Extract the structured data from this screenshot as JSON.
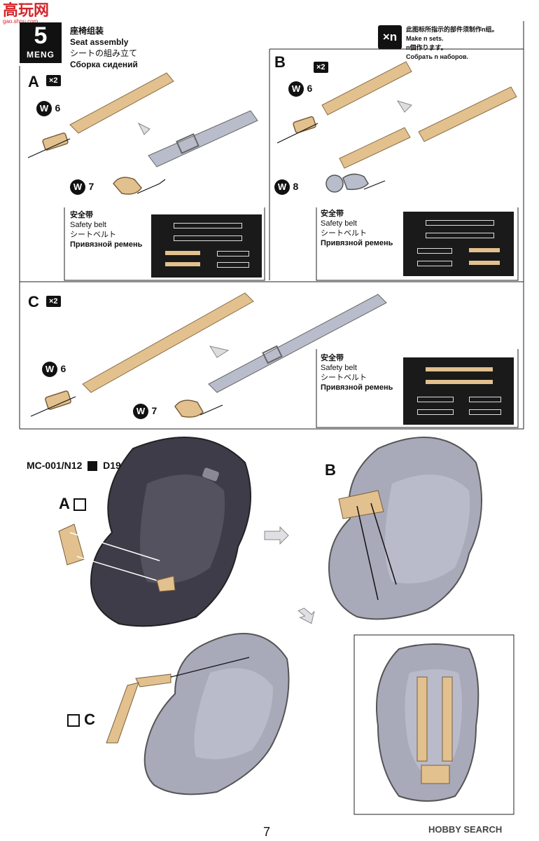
{
  "watermark": {
    "line1": "高玩网",
    "line2": "gao.shou.com"
  },
  "step": {
    "number": "5",
    "brand": "MENG"
  },
  "title": {
    "zh": "座椅组装",
    "en": "Seat assembly",
    "ja": "シートの組み立て",
    "ru": "Сборка сидений"
  },
  "note": {
    "symbol": "×n",
    "zh": "此图标所指示的部件须制作n组。",
    "en1": "Make n sets.",
    "ja": "n個作ります。",
    "ru": "Собрать n наборов."
  },
  "sections": {
    "A": {
      "label": "A",
      "qty": "×2"
    },
    "B": {
      "label": "B",
      "qty": "×2"
    },
    "C": {
      "label": "C",
      "qty": "×2"
    }
  },
  "parts": {
    "w6": "W",
    "w6n": "6",
    "w7": "W",
    "w7n": "7",
    "w8": "W",
    "w8n": "8"
  },
  "belt_label": {
    "zh": "安全带",
    "en": "Safety belt",
    "ja": "シートベルト",
    "ru": "Привязной ремень"
  },
  "seat_part": {
    "code": "MC-001/N12",
    "part": "D19"
  },
  "callouts": {
    "A": "A",
    "B": "B",
    "C": "C"
  },
  "footer": {
    "page": "7",
    "brand": "HOBBY SEARCH"
  },
  "colors": {
    "tan": "#e2c18f",
    "grey": "#b9bccb",
    "seat_dark": "#3f3c49",
    "seat_light": "#a8a9b9"
  }
}
